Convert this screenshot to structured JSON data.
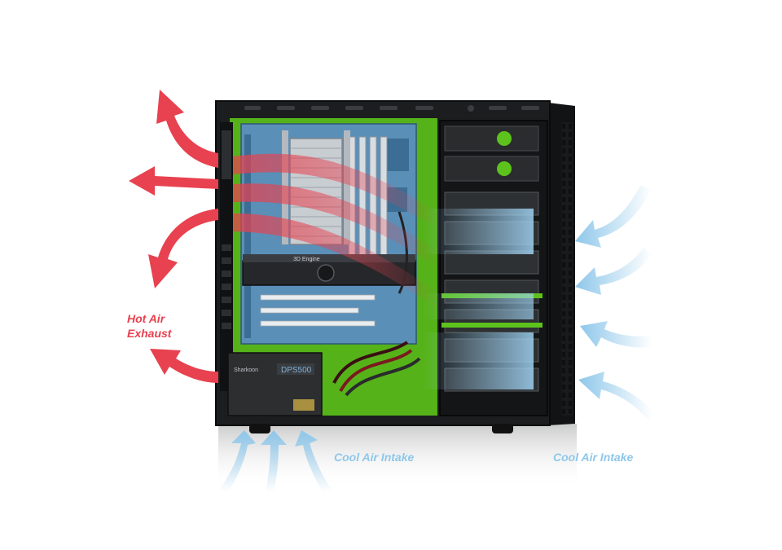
{
  "labels": {
    "hot_exhaust_line1": "Hot Air",
    "hot_exhaust_line2": "Exhaust",
    "cool_intake_bottom": "Cool Air Intake",
    "cool_intake_right": "Cool Air Intake"
  },
  "psu_brand": "Sharkoon",
  "psu_model": "DPS500",
  "gpu_label": "3D Engine",
  "colors": {
    "hot_air": "#e8414f",
    "cool_air": "#8ec7ea",
    "case_body": "#1b1d1f",
    "case_accent": "#5dc31c",
    "motherboard": "#5a8fb8"
  },
  "icons": {
    "hot": "curved-arrow-icon",
    "cool": "curved-arrow-icon"
  }
}
